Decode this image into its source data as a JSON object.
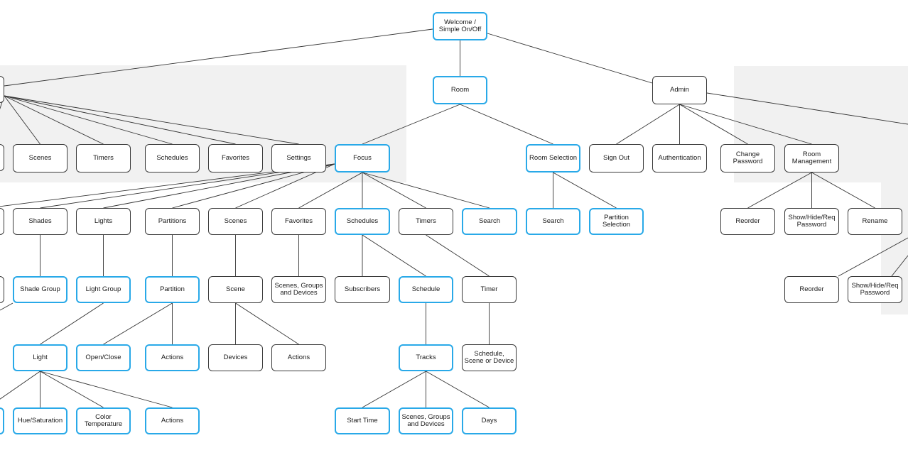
{
  "colors": {
    "highlight_border": "#29a9e8",
    "default_border": "#3a3a3a",
    "group_background": "#f1f1f1"
  },
  "nodes": {
    "home": {
      "label": "",
      "highlight": false
    },
    "home_child_a": {
      "label": "",
      "highlight": false
    },
    "welcome": {
      "label": "Welcome /\nSimple On/Off",
      "highlight": true
    },
    "room": {
      "label": "Room",
      "highlight": true
    },
    "admin": {
      "label": "Admin",
      "highlight": false
    },
    "scenes_top": {
      "label": "Scenes",
      "highlight": false
    },
    "timers_top": {
      "label": "Timers",
      "highlight": false
    },
    "schedules_top": {
      "label": "Schedules",
      "highlight": false
    },
    "favorites_top": {
      "label": "Favorites",
      "highlight": false
    },
    "settings": {
      "label": "Settings",
      "highlight": false
    },
    "focus": {
      "label": "Focus",
      "highlight": true
    },
    "room_selection": {
      "label": "Room Selection",
      "highlight": true
    },
    "sign_out": {
      "label": "Sign Out",
      "highlight": false
    },
    "authentication": {
      "label": "Authentication",
      "highlight": false
    },
    "change_password": {
      "label": "Change\nPassword",
      "highlight": false
    },
    "room_management": {
      "label": "Room\nManagement",
      "highlight": false
    },
    "focus_child_a": {
      "label": "",
      "highlight": false
    },
    "shades": {
      "label": "Shades",
      "highlight": false
    },
    "lights": {
      "label": "Lights",
      "highlight": false
    },
    "partitions": {
      "label": "Partitions",
      "highlight": false
    },
    "scenes_focus": {
      "label": "Scenes",
      "highlight": false
    },
    "favorites_focus": {
      "label": "Favorites",
      "highlight": false
    },
    "schedules_focus": {
      "label": "Schedules",
      "highlight": true
    },
    "timers_focus": {
      "label": "Timers",
      "highlight": false
    },
    "search_focus": {
      "label": "Search",
      "highlight": true
    },
    "search_room": {
      "label": "Search",
      "highlight": true
    },
    "partition_selection": {
      "label": "Partition\nSelection",
      "highlight": true
    },
    "reorder_rm": {
      "label": "Reorder",
      "highlight": false
    },
    "show_hide_rm": {
      "label": "Show/Hide/Req\nPassword",
      "highlight": false
    },
    "rename_rm": {
      "label": "Rename",
      "highlight": false
    },
    "group_child_a": {
      "label": "",
      "highlight": false
    },
    "shade_group": {
      "label": "Shade Group",
      "highlight": true
    },
    "light_group": {
      "label": "Light Group",
      "highlight": true
    },
    "partition": {
      "label": "Partition",
      "highlight": true
    },
    "scene": {
      "label": "Scene",
      "highlight": false
    },
    "scenes_groups_devices_fav": {
      "label": "Scenes, Groups\nand Devices",
      "highlight": false
    },
    "subscribers": {
      "label": "Subscribers",
      "highlight": false
    },
    "schedule": {
      "label": "Schedule",
      "highlight": true
    },
    "timer": {
      "label": "Timer",
      "highlight": false
    },
    "reorder_right": {
      "label": "Reorder",
      "highlight": false
    },
    "show_hide_right": {
      "label": "Show/Hide/Req\nPassword",
      "highlight": false
    },
    "light": {
      "label": "Light",
      "highlight": true
    },
    "open_close": {
      "label": "Open/Close",
      "highlight": true
    },
    "actions_partition": {
      "label": "Actions",
      "highlight": true
    },
    "devices": {
      "label": "Devices",
      "highlight": false
    },
    "actions_scene": {
      "label": "Actions",
      "highlight": false
    },
    "tracks": {
      "label": "Tracks",
      "highlight": true
    },
    "schedule_scene_device": {
      "label": "Schedule,\nScene or Device",
      "highlight": false
    },
    "light_child_a": {
      "label": "",
      "highlight": true
    },
    "hue_saturation": {
      "label": "Hue/Saturation",
      "highlight": true
    },
    "color_temperature": {
      "label": "Color\nTemperature",
      "highlight": true
    },
    "actions_light": {
      "label": "Actions",
      "highlight": true
    },
    "start_time": {
      "label": "Start Time",
      "highlight": true
    },
    "scenes_groups_devices_tracks": {
      "label": "Scenes, Groups\nand Devices",
      "highlight": true
    },
    "days": {
      "label": "Days",
      "highlight": true
    }
  }
}
